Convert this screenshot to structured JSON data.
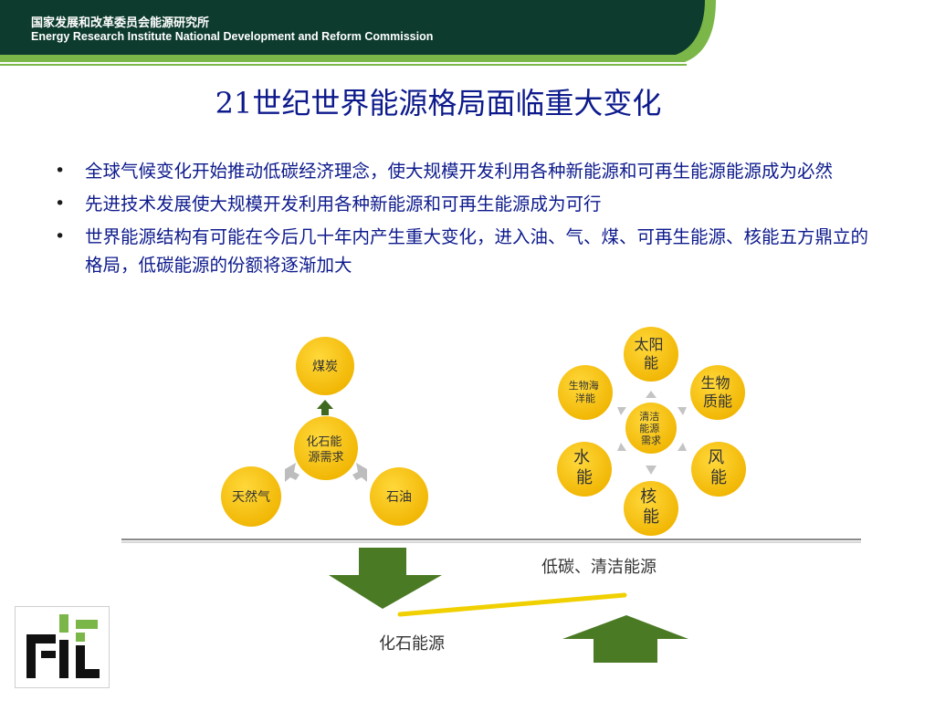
{
  "header": {
    "org_cn": "国家发展和改革委员会能源研究所",
    "org_en": "Energy Research Institute National Development and Reform Commission"
  },
  "title": "21世纪世界能源格局面临重大变化",
  "bullets": [
    "全球气候变化开始推动低碳经济理念，使大规模开发利用各种新能源和可再生能源能源成为必然",
    "先进技术发展使大规模开发利用各种新能源和可再生能源成为可行",
    "世界能源结构有可能在今后几十年内产生重大变化，进入油、气、煤、可再生能源、核能五方鼎立的格局，低碳能源的份额将逐渐加大"
  ],
  "bullet_marker": "•",
  "fossil_cluster": {
    "center": [
      "化石能",
      "源需求"
    ],
    "top": "煤炭",
    "left": "天然气",
    "right": "石油"
  },
  "clean_cluster": {
    "center": [
      "清洁",
      "能源",
      "需求"
    ],
    "items": {
      "solar": [
        "太阳",
        "能"
      ],
      "bio": [
        "生物",
        "质能"
      ],
      "wind": [
        "风",
        "能"
      ],
      "nuclear": [
        "核",
        "能"
      ],
      "hydro": [
        "水",
        "能"
      ],
      "ocean": [
        "生物海",
        "洋能"
      ]
    }
  },
  "labels": {
    "low_carbon": "低碳、清洁能源",
    "fossil": "化石能源"
  },
  "colors": {
    "header_dark": "#0d3b2e",
    "header_accent": "#7ab648",
    "title_blue": "#0d1a8c",
    "circle_yellow": "#f5c010",
    "arrow_green": "#4a7a24",
    "trend_yellow": "#f0d000"
  }
}
